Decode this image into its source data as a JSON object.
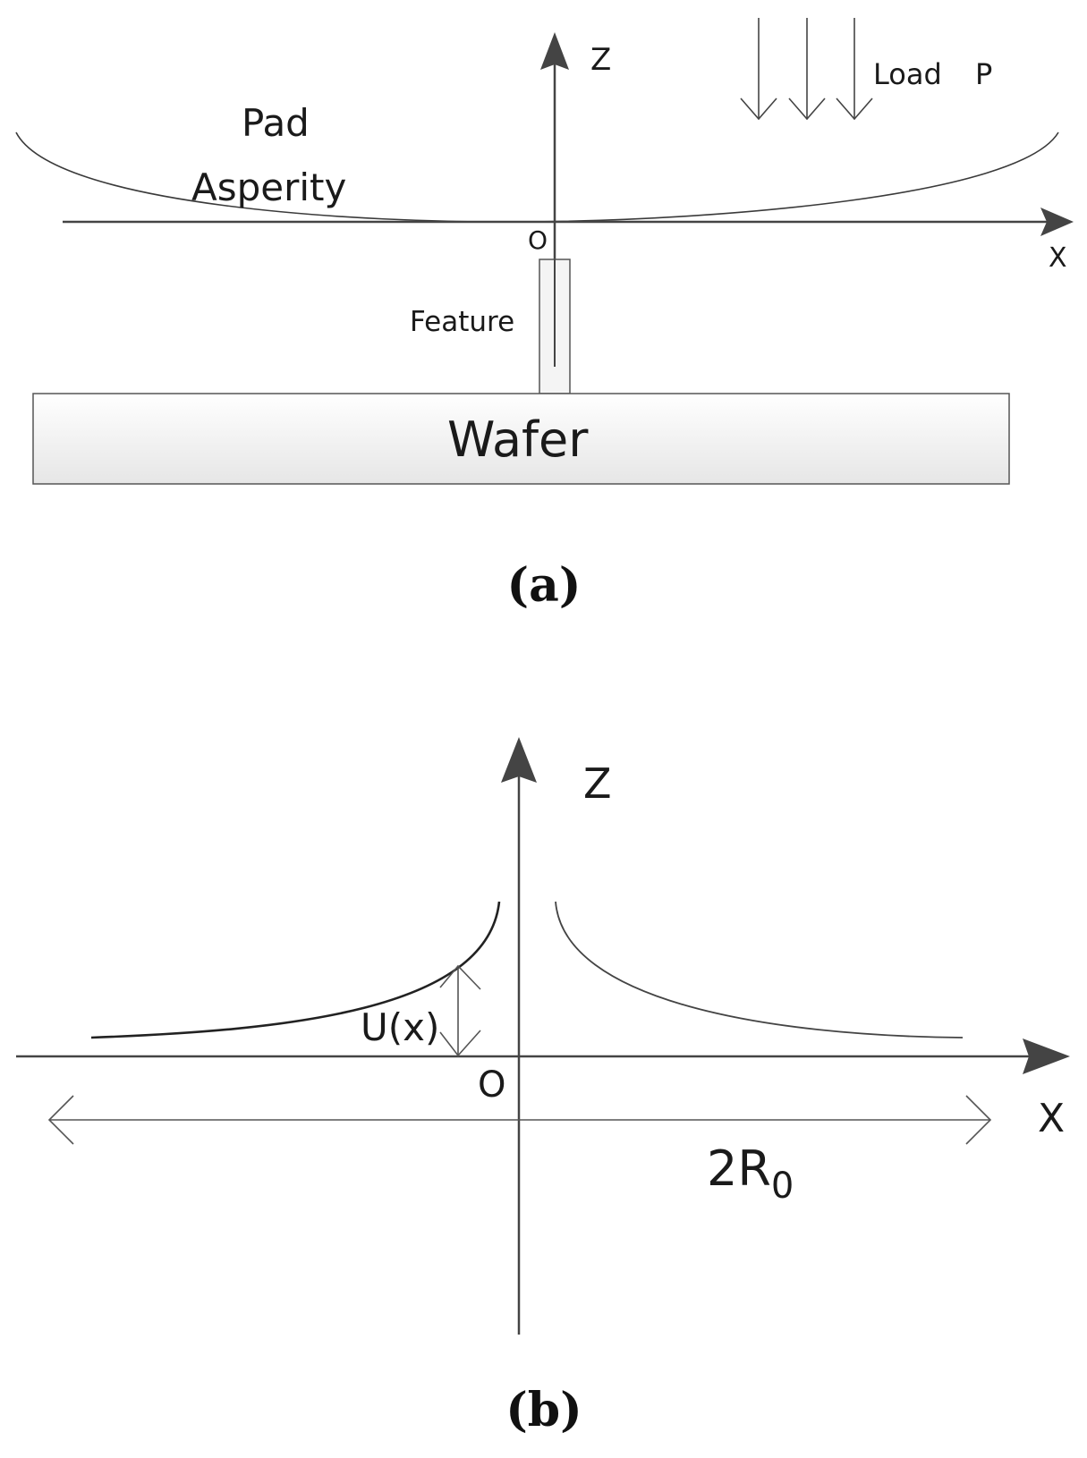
{
  "panel_a": {
    "label_pad": "Pad",
    "label_asperity": "Asperity",
    "label_z": "Z",
    "label_x": "X",
    "label_o": "O",
    "label_load": "Load",
    "label_p": "P",
    "label_feature": "Feature",
    "label_wafer": "Wafer",
    "caption": "(a)"
  },
  "panel_b": {
    "label_z": "Z",
    "label_x": "X",
    "label_o": "O",
    "label_u": "U(x)",
    "label_span_main": "2R",
    "label_span_sub": "0",
    "caption": "(b)"
  },
  "colors": {
    "line": "#3a3a3a",
    "axis": "#444444",
    "wafer_fill": "#f2f2f2"
  }
}
